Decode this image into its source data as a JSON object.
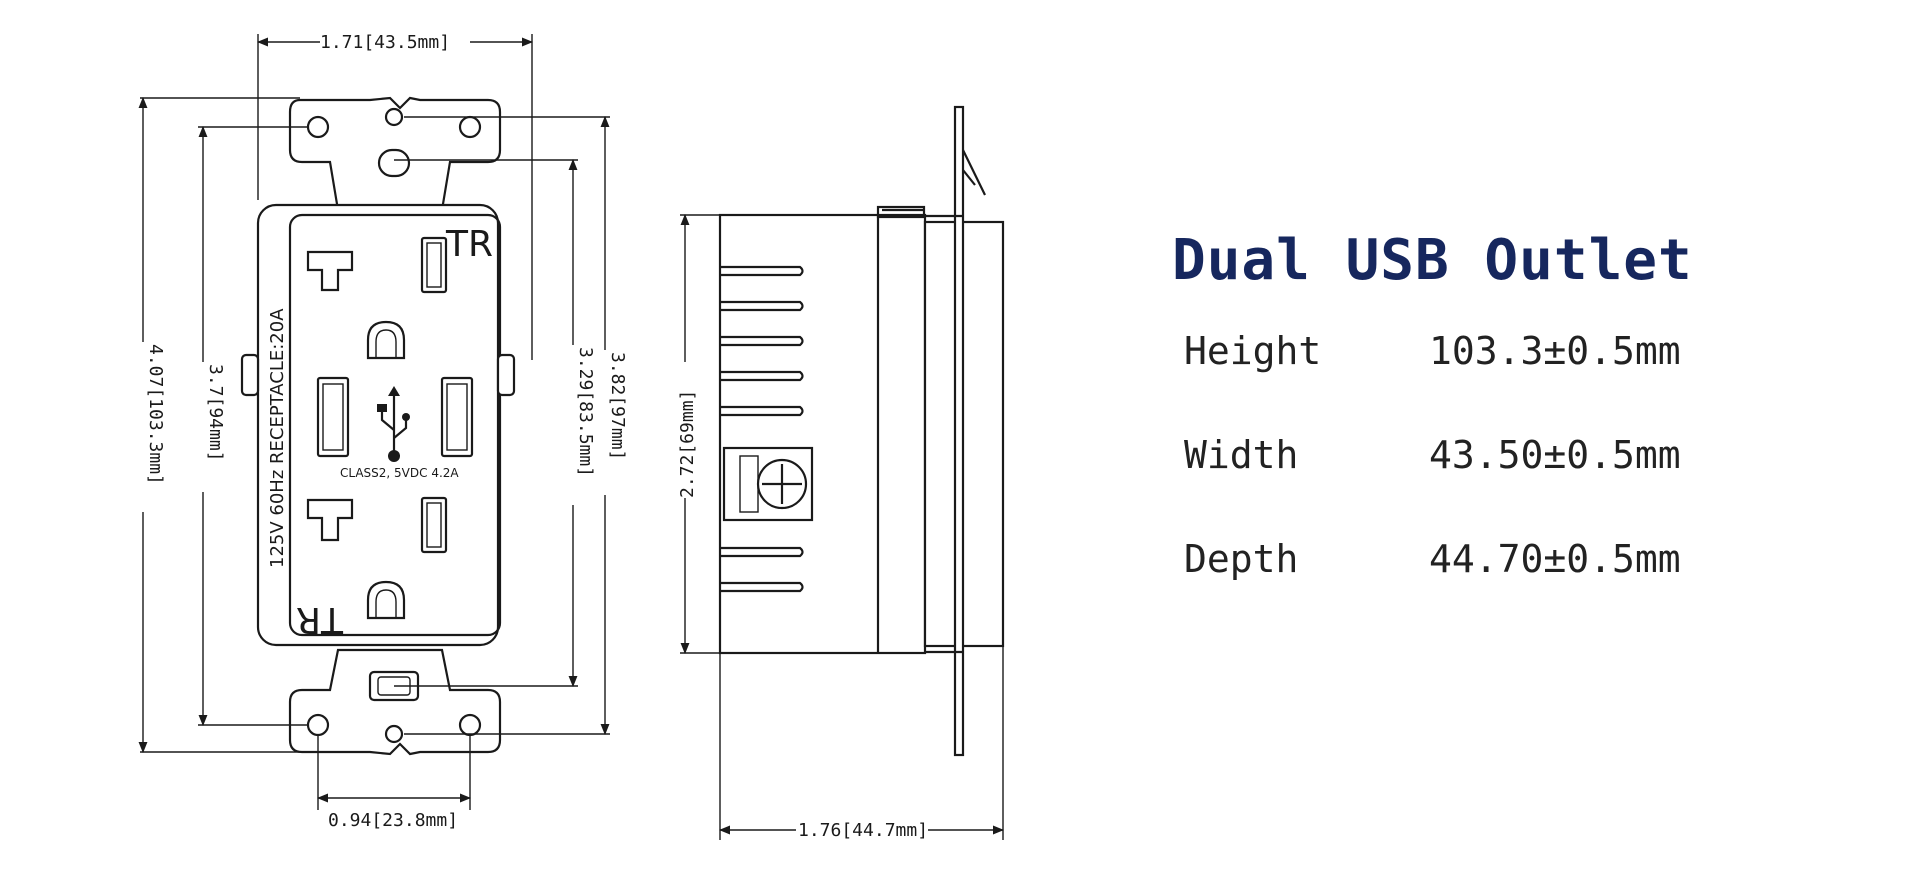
{
  "title": "Dual USB Outlet",
  "specs": [
    {
      "label": "Height",
      "value": "103.3±0.5mm"
    },
    {
      "label": "Width",
      "value": "43.50±0.5mm"
    },
    {
      "label": "Depth",
      "value": "44.70±0.5mm"
    }
  ],
  "front_view": {
    "dim_top_width": "1.71[43.5mm]",
    "dim_bottom_spacing": "0.94[23.8mm]",
    "dim_overall_height": "4.07[103.3mm]",
    "dim_inner_height": "3.7[94mm]",
    "dim_right_inner": "3.29[83.5mm]",
    "dim_right_outer": "3.82[97mm]",
    "side_label": "125V 60Hz  RECEPTACLE:20A",
    "tr_top": "TR",
    "tr_bottom": "TR",
    "usb_rating": "CLASS2, 5VDC 4.2A"
  },
  "side_view": {
    "dim_height": "2.72[69mm]",
    "dim_depth": "1.76[44.7mm]"
  }
}
